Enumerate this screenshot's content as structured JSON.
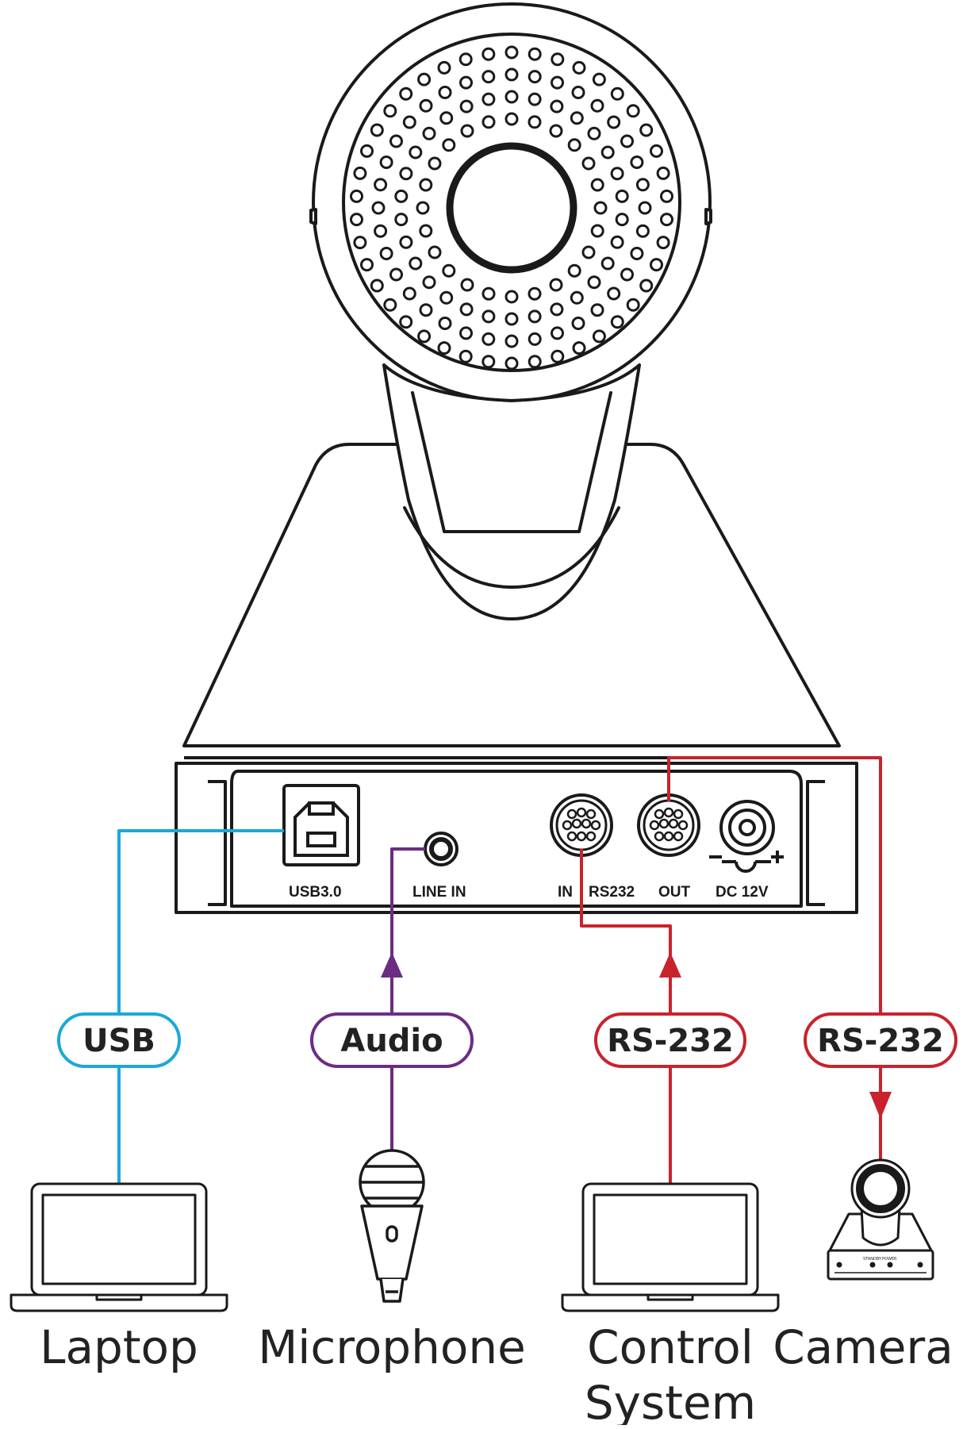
{
  "colors": {
    "usb": "#1aa9d9",
    "audio": "#6b2d83",
    "rs232": "#c8232c",
    "outline": "#1a1a1a"
  },
  "ports": {
    "usb": "USB3.0",
    "line_in": "LINE IN",
    "in": "IN",
    "rs232": "RS232",
    "out": "OUT",
    "dc": "DC 12V"
  },
  "connections": {
    "usb": "USB",
    "audio": "Audio",
    "rs232_control": "RS-232",
    "rs232_camera": "RS-232"
  },
  "devices": {
    "laptop": "Laptop",
    "microphone": "Microphone",
    "control_line1": "Control",
    "control_line2": "System",
    "camera": "Camera"
  },
  "mini_camera": {
    "standby": "STANDBY",
    "power": "POWER"
  }
}
